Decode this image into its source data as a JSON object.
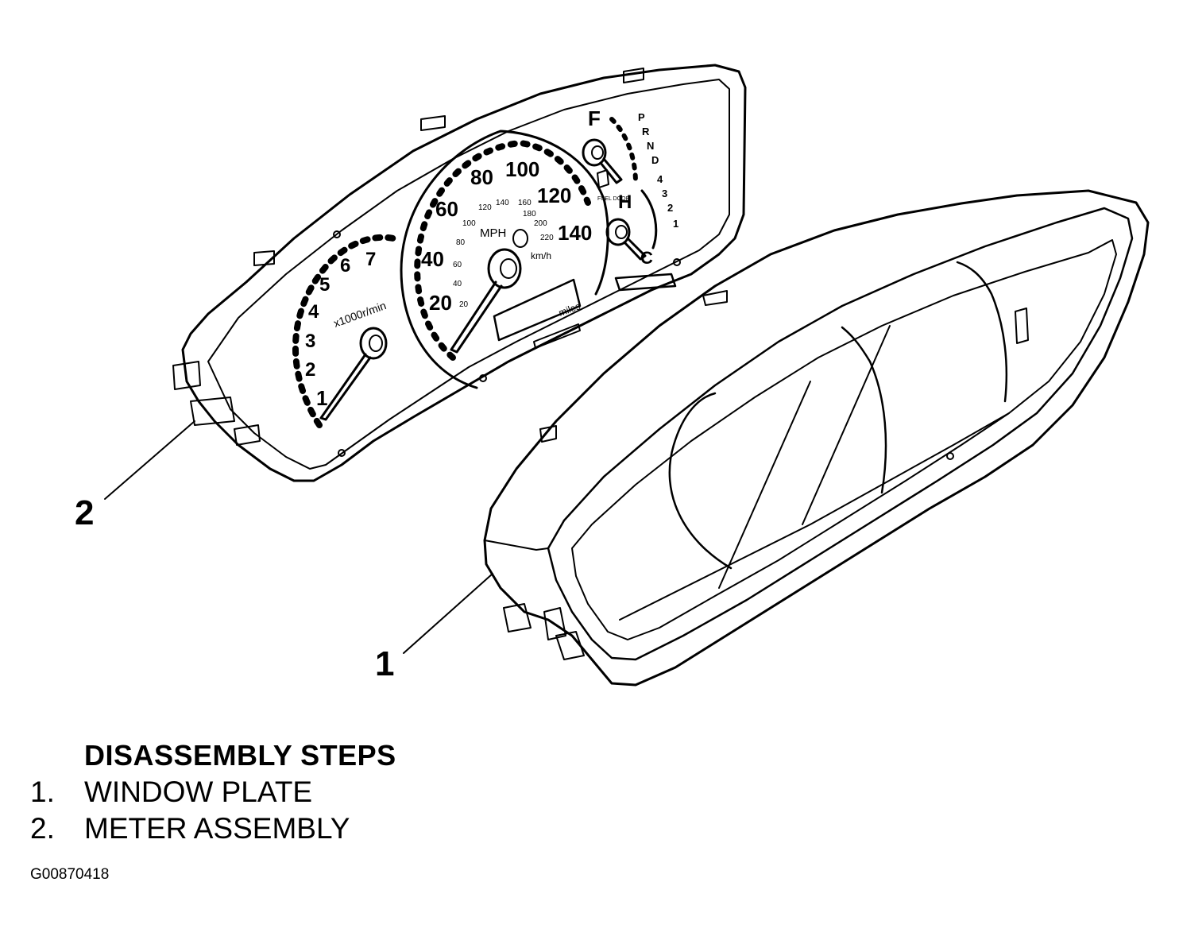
{
  "title": "DISASSEMBLY STEPS",
  "steps": [
    {
      "number": "1.",
      "label": "WINDOW PLATE"
    },
    {
      "number": "2.",
      "label": "METER ASSEMBLY"
    }
  ],
  "callouts": {
    "one": "1",
    "two": "2"
  },
  "figure_id": "G00870418",
  "gauge_text": {
    "tach_numbers": [
      "1",
      "2",
      "3",
      "4",
      "5",
      "6",
      "7"
    ],
    "tach_unit": "x1000r/min",
    "speedo_mph": [
      "20",
      "40",
      "60",
      "80",
      "100",
      "120",
      "140"
    ],
    "speedo_kmh": [
      "20",
      "40",
      "60",
      "80",
      "100",
      "120",
      "140",
      "160",
      "180",
      "200",
      "220"
    ],
    "speedo_unit_mph": "MPH",
    "speedo_unit_kmh": "km/h",
    "odometer_unit": "miles",
    "fuel_full": "F",
    "fuel_door": "FUEL DOOR",
    "temp_hot": "H",
    "temp_cold": "C",
    "gear_positions": [
      "P",
      "R",
      "N",
      "D",
      "4",
      "3",
      "2",
      "1"
    ]
  }
}
